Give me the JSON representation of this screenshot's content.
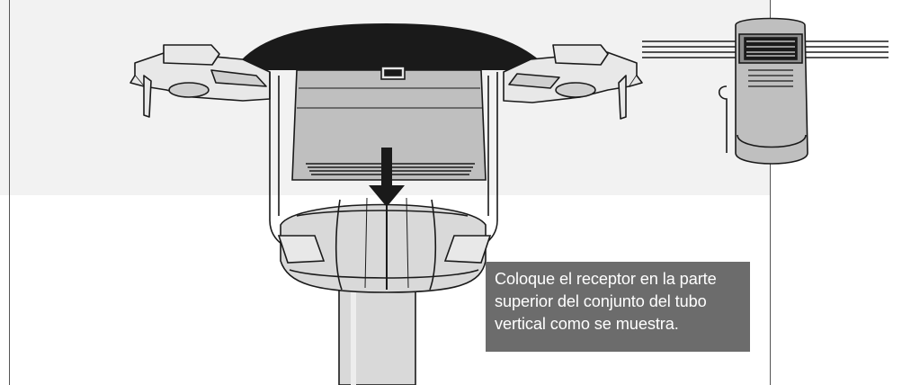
{
  "instruction": {
    "lines": [
      "Coloque el receptor en la parte",
      "superior del conjunto del tubo",
      "vertical como se muestra."
    ]
  },
  "colors": {
    "ceiling_band": "#f2f2f2",
    "callout_bg": "#6c6c6c",
    "receiver_body": "#bfbfbf",
    "canopy_dark": "#1a1a1a",
    "outline": "#1a1a1a"
  },
  "icons": [
    "down-arrow-icon",
    "receiver-icon",
    "mounting-bracket-icon"
  ]
}
